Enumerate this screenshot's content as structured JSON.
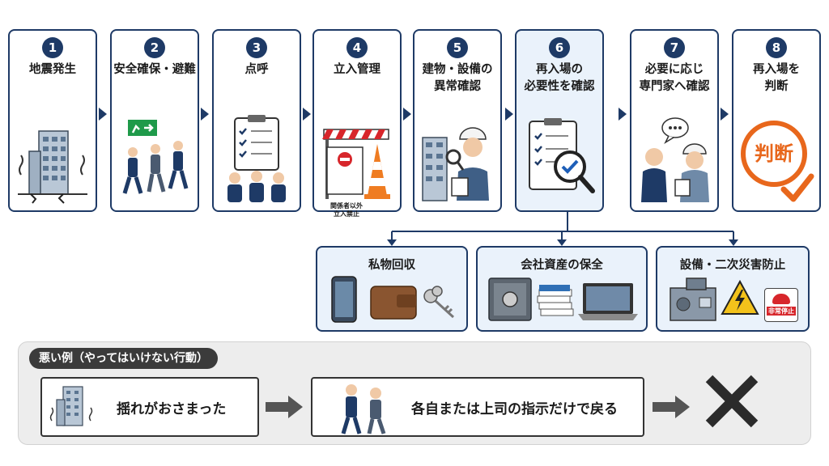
{
  "steps": [
    {
      "num": "1",
      "title": "地震発生",
      "icon": "earthquake-building-icon"
    },
    {
      "num": "2",
      "title": "安全確保・避難",
      "icon": "evacuation-icon"
    },
    {
      "num": "3",
      "title": "点呼",
      "icon": "roll-call-icon"
    },
    {
      "num": "4",
      "title": "立入管理",
      "icon": "barrier-icon",
      "sign": "関係者以外\n立入禁止"
    },
    {
      "num": "5",
      "title": "建物・設備の\n異常確認",
      "icon": "inspection-icon"
    },
    {
      "num": "6",
      "title": "再入場の\n必要性を確認",
      "icon": "checklist-icon"
    },
    {
      "num": "7",
      "title": "必要に応じ\n専門家へ確認",
      "icon": "consultation-icon"
    },
    {
      "num": "8",
      "title": "再入場を\n判断",
      "icon": "judgment-stamp-icon",
      "stamp": "判断"
    }
  ],
  "sub_items": [
    {
      "title": "私物回収",
      "icon": "personal-items-icon"
    },
    {
      "title": "会社資産の保全",
      "icon": "company-assets-icon"
    },
    {
      "title": "設備・二次災害防止",
      "icon": "equipment-safety-icon",
      "button_label": "非常停止"
    }
  ],
  "bad_example": {
    "label": "悪い例（やってはいけない行動）",
    "box1": "揺れがおさまった",
    "box2": "各自または上司の指示だけで戻る",
    "result_icon": "cross-icon"
  },
  "colors": {
    "navy": "#1e3a66",
    "orange": "#e8671c",
    "highlight_bg": "#eaf2fb"
  }
}
